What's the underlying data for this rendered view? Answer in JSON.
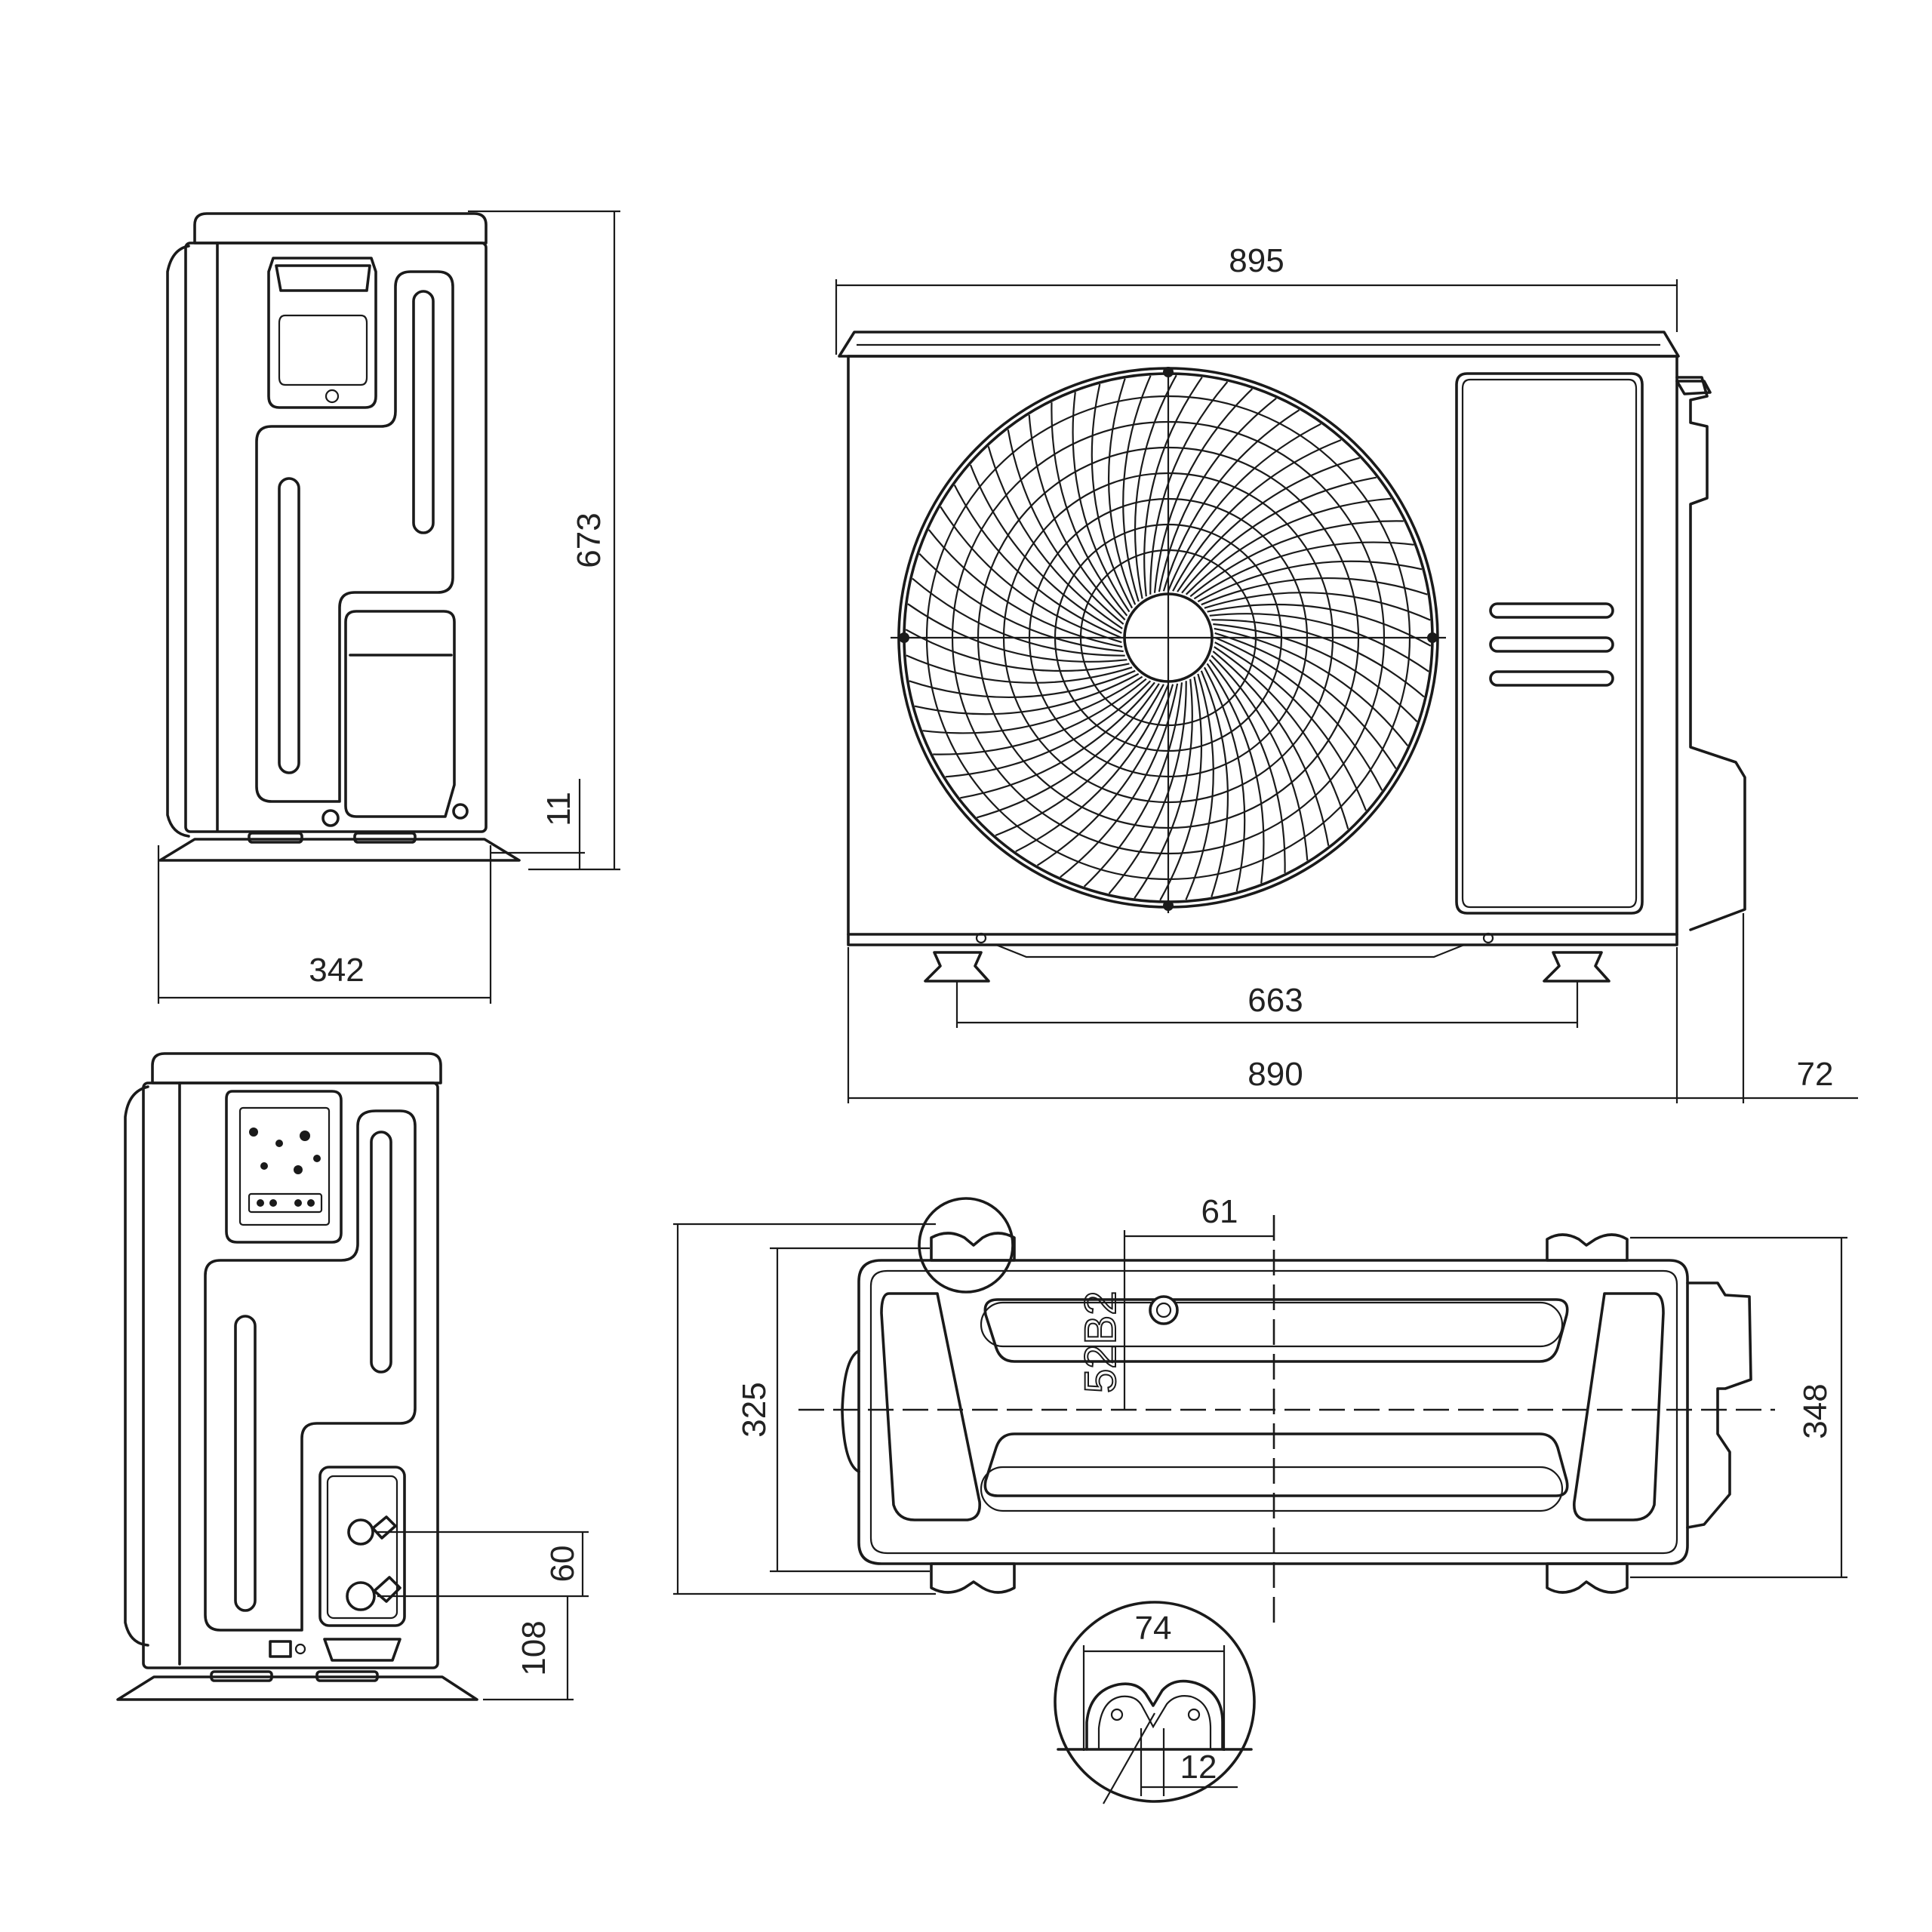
{
  "dimensions": {
    "side_height": "673",
    "side_foot_offset": "11",
    "side_depth": "342",
    "front_top_width": "895",
    "front_foot_spacing": "663",
    "front_body_width": "890",
    "valve_protrusion": "72",
    "top_offset": "61",
    "top_depth_inner": "325",
    "top_depth_outer": "348",
    "valve_spacing": "60",
    "valve_height": "108",
    "detail_width": "74",
    "detail_slot": "12"
  },
  "labels": {
    "model_code": "52B2"
  }
}
